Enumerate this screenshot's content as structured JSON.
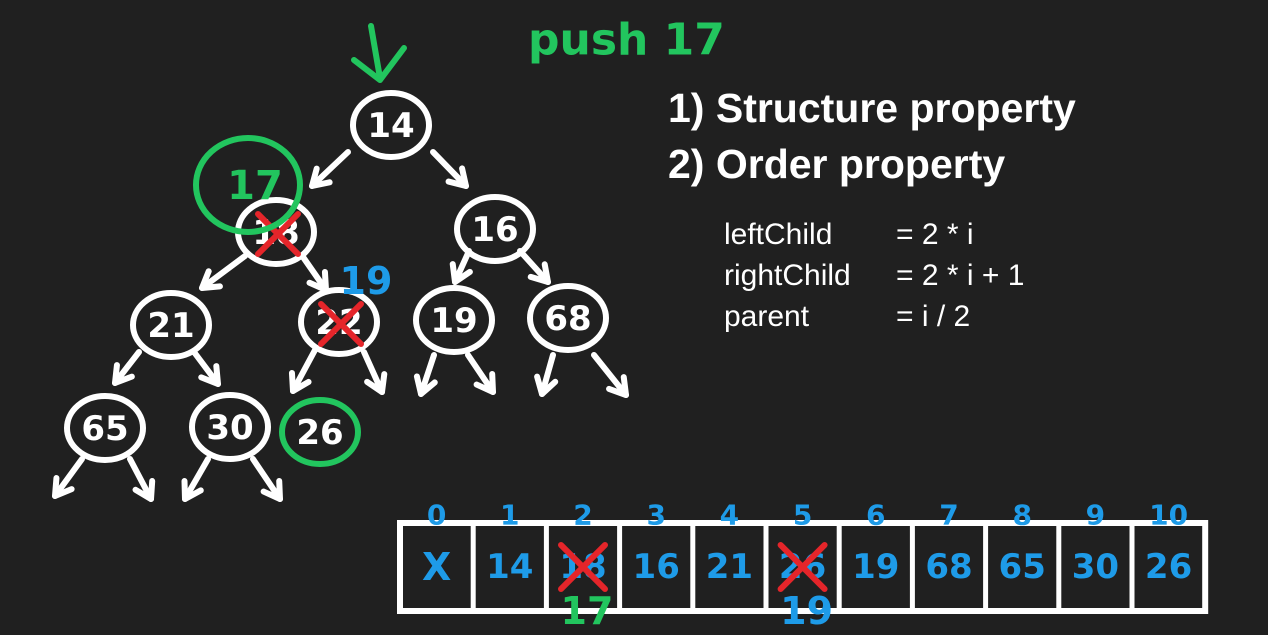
{
  "annotation": {
    "text": "push 17",
    "color": "#22c55e"
  },
  "properties": [
    {
      "label": "1) Structure property"
    },
    {
      "label": "2) Order property"
    }
  ],
  "formulas": [
    {
      "lhs": "leftChild",
      "rhs": "= 2 * i"
    },
    {
      "lhs": "rightChild",
      "rhs": "= 2 * i + 1"
    },
    {
      "lhs": "parent",
      "rhs": "= i / 2"
    }
  ],
  "tree": {
    "nodes": [
      {
        "id": "n14",
        "label": "14"
      },
      {
        "id": "n18",
        "label": "18",
        "crossed": true,
        "replacement": "17",
        "replacement_color": "green",
        "circled_replacement": true
      },
      {
        "id": "n16",
        "label": "16"
      },
      {
        "id": "n21",
        "label": "21"
      },
      {
        "id": "n22",
        "label": "22",
        "crossed": true,
        "replacement": "19",
        "replacement_color": "blue"
      },
      {
        "id": "n19",
        "label": "19"
      },
      {
        "id": "n68",
        "label": "68"
      },
      {
        "id": "n65",
        "label": "65"
      },
      {
        "id": "n30",
        "label": "30"
      },
      {
        "id": "n26",
        "label": "26",
        "highlight": "green"
      }
    ]
  },
  "array": {
    "indices": [
      "0",
      "1",
      "2",
      "3",
      "4",
      "5",
      "6",
      "7",
      "8",
      "9",
      "10"
    ],
    "cells": [
      {
        "value": "X"
      },
      {
        "value": "14"
      },
      {
        "value": "18",
        "crossed": true,
        "below": "17",
        "below_color": "green"
      },
      {
        "value": "16"
      },
      {
        "value": "21"
      },
      {
        "value": "26",
        "crossed": true,
        "below": "19",
        "below_color": "blue"
      },
      {
        "value": "19"
      },
      {
        "value": "68"
      },
      {
        "value": "65"
      },
      {
        "value": "30"
      },
      {
        "value": "26"
      }
    ]
  },
  "colors": {
    "background": "#202020",
    "chalk": "#ffffff",
    "green": "#22c55e",
    "blue": "#1e9be8",
    "red": "#e5252a"
  }
}
